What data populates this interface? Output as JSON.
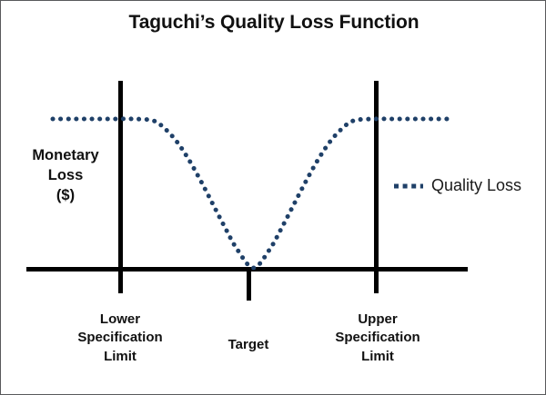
{
  "figure": {
    "title": "Taguchi’s Quality Loss Function",
    "background_color": "#FFFFFF",
    "border_color": "#58595B",
    "axis_color": "#000000",
    "curve_color": "#1F4068"
  },
  "axes": {
    "y_axis_label_line1": "Monetary",
    "y_axis_label_line2": "Loss",
    "y_axis_label_line3": "($)"
  },
  "ticks": [
    {
      "id": "lower-specification-limit",
      "line1": "Lower",
      "line2": "Specification",
      "line3": "Limit"
    },
    {
      "id": "target",
      "line1": "Target",
      "line2": "",
      "line3": ""
    },
    {
      "id": "upper-specification-limit",
      "line1": "Upper",
      "line2": "Specification",
      "line3": "Limit"
    }
  ],
  "legend": {
    "position": "right-middle",
    "marker_style": "dotted",
    "marker_color": "#1F4068",
    "entries": [
      {
        "label": "Quality Loss",
        "color": "#1F4068"
      }
    ]
  },
  "chart_data": {
    "type": "line",
    "title": "Taguchi’s Quality Loss Function",
    "xlabel": "",
    "ylabel": "Monetary Loss ($)",
    "grid": false,
    "legend_position": "right-middle",
    "xlim": [
      0,
      100
    ],
    "ylim": [
      0,
      100
    ],
    "axis_ticks": {
      "x": [
        {
          "value": 25,
          "label": "Lower Specification Limit",
          "line_extends_above_axis": true
        },
        {
          "value": 50,
          "label": "Target",
          "line_extends_above_axis": false
        },
        {
          "value": 75,
          "label": "Upper Specification Limit",
          "line_extends_above_axis": true
        }
      ],
      "y": []
    },
    "series": [
      {
        "name": "Quality Loss",
        "color": "#1F4068",
        "style": "dotted",
        "description": "Quadratic loss, zero at Target, saturating at a constant maximum loss beyond the specification limits",
        "x": [
          0,
          5,
          10,
          15,
          20,
          25,
          28,
          31,
          34,
          37,
          40,
          43,
          46,
          50,
          54,
          57,
          60,
          63,
          66,
          69,
          72,
          75,
          80,
          85,
          90,
          95,
          100
        ],
        "y": [
          90,
          90,
          90,
          90,
          90,
          89,
          84,
          76,
          65,
          52,
          38,
          24,
          11,
          0,
          11,
          24,
          38,
          52,
          65,
          76,
          84,
          89,
          90,
          90,
          90,
          90,
          90
        ]
      }
    ]
  }
}
